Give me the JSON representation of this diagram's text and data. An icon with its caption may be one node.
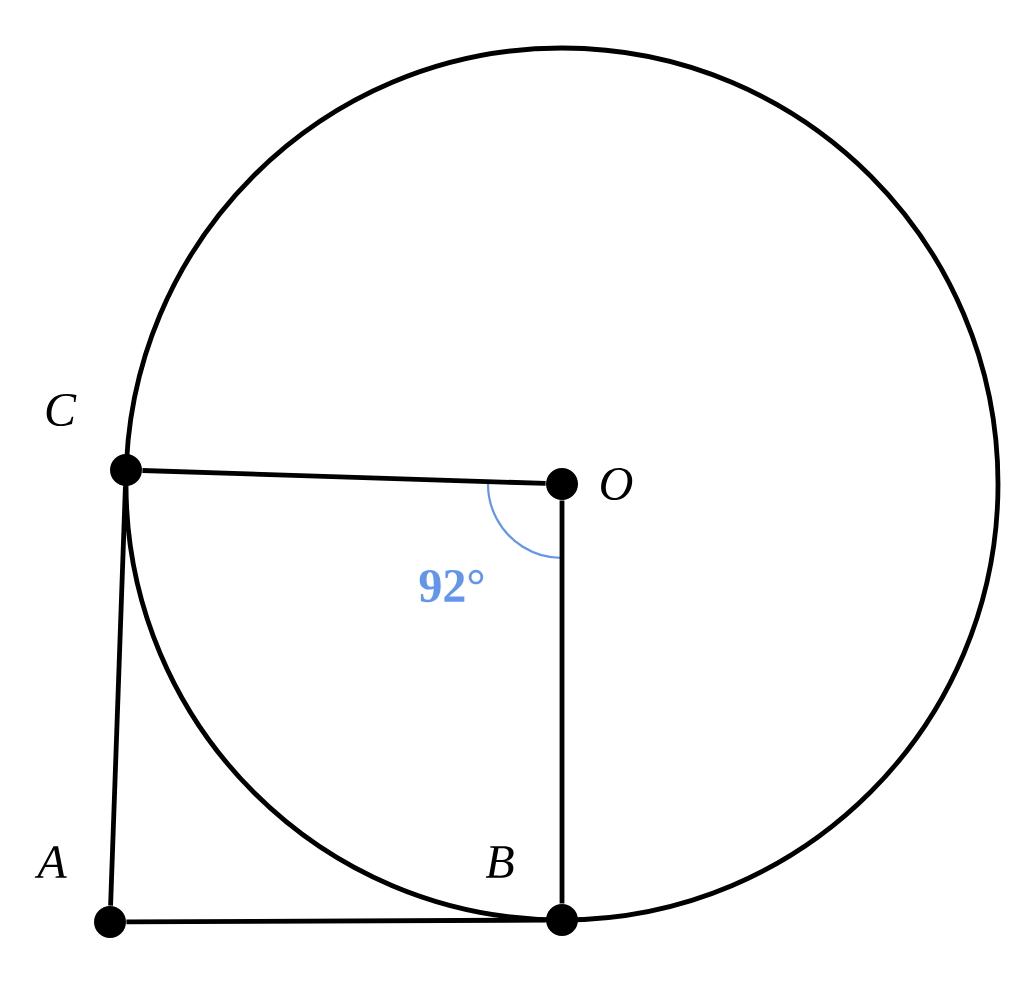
{
  "diagram": {
    "nodes": [
      {
        "text": [],
        "shape": "circle",
        "beside": [
          "C"
        ]
      },
      {
        "text": [],
        "shape": "circle",
        "beside": [
          "O"
        ]
      },
      {
        "text": [],
        "shape": "circle",
        "beside": [
          "A"
        ]
      },
      {
        "text": [],
        "shape": "circle",
        "beside": [
          "B"
        ]
      }
    ],
    "edges": [
      {
        "from": 0,
        "to": 1,
        "arrow": "none"
      },
      {
        "from": 1,
        "to": 3,
        "arrow": "none"
      },
      {
        "from": 3,
        "to": 2,
        "arrow": "none"
      },
      {
        "from": 2,
        "to": 0,
        "arrow": "none"
      }
    ],
    "labels": [
      "92°"
    ]
  }
}
